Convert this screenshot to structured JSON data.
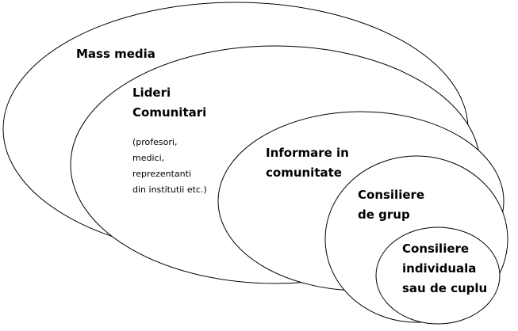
{
  "diagram": {
    "levels": [
      {
        "id": "mass-media",
        "lines": [
          "Mass media"
        ]
      },
      {
        "id": "lideri-comunitari",
        "lines": [
          "Lideri",
          "Comunitari"
        ],
        "note": [
          "(profesori,",
          "medici,",
          "reprezentanti",
          "din institutii etc.)"
        ]
      },
      {
        "id": "informare-in-comunitate",
        "lines": [
          "Informare in",
          "comunitate"
        ]
      },
      {
        "id": "consiliere-de-grup",
        "lines": [
          "Consiliere",
          "de grup"
        ]
      },
      {
        "id": "consiliere-individuala",
        "lines": [
          "Consiliere",
          "individuala",
          "sau de cuplu"
        ]
      }
    ],
    "colors": {
      "stroke": "#000000",
      "fill": "#ffffff",
      "text": "#000000"
    }
  }
}
